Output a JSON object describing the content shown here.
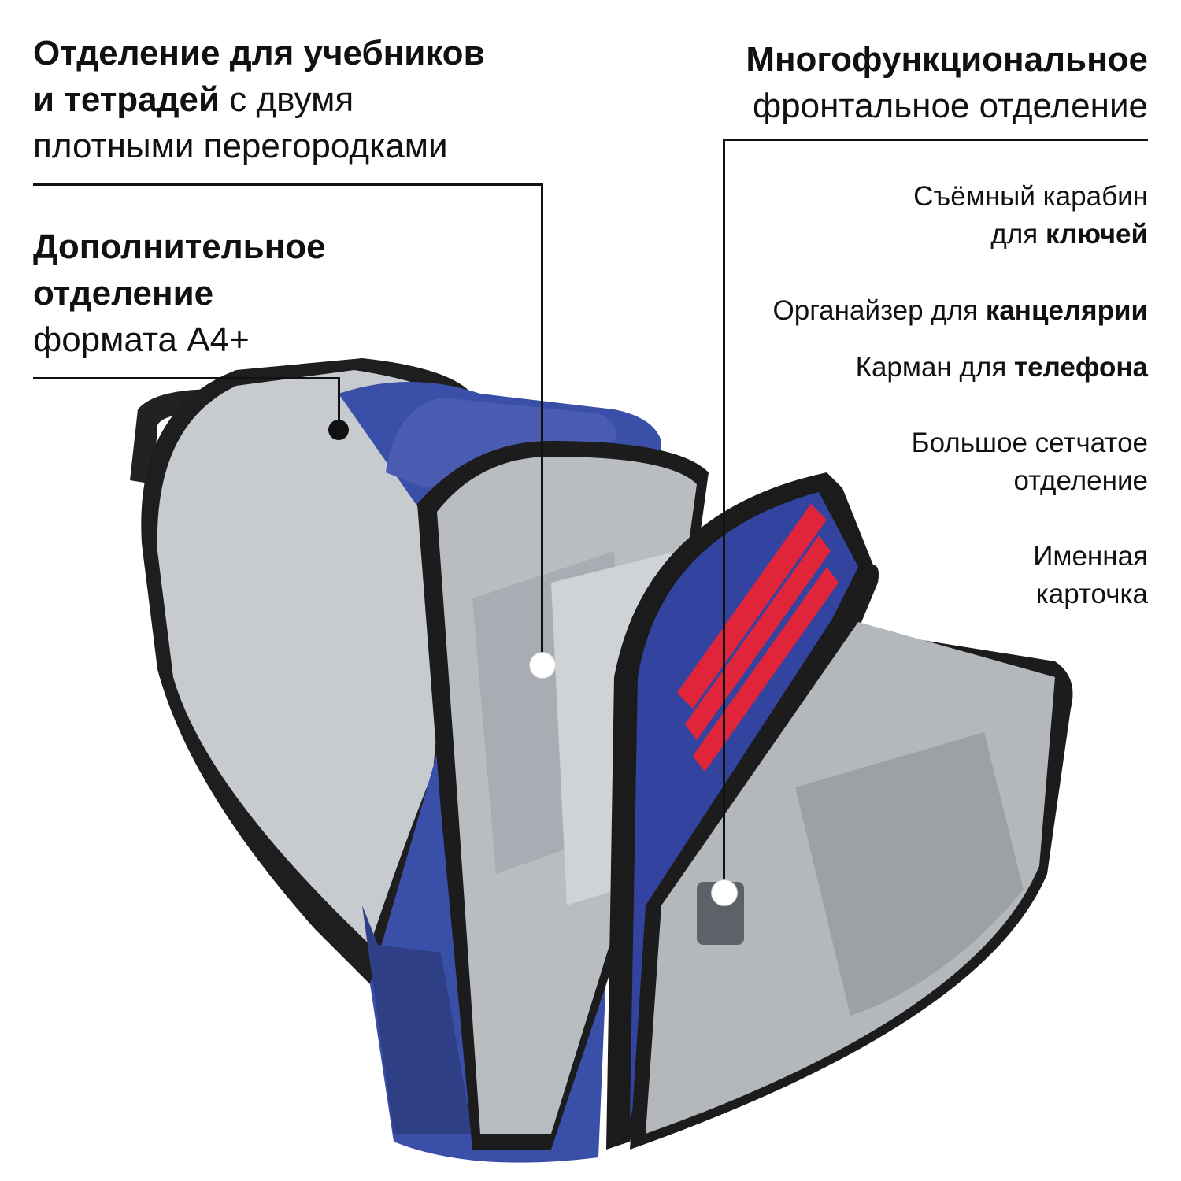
{
  "left_top": {
    "line1_bold": "Отделение для учебников",
    "line2_bold": "и тетрадей",
    "line2_regular": " с двумя",
    "line3_regular": "плотными перегородками"
  },
  "left_second": {
    "line1_bold": "Дополнительное",
    "line2_bold": "отделение",
    "line3_regular": "формата А4+"
  },
  "right_title": {
    "line1_bold": "Многофункциональное",
    "line2_regular": "фронтальное отделение"
  },
  "right_items": [
    {
      "line1": "Съёмный карабин",
      "line2_regular": "для ",
      "line2_bold": "ключей"
    },
    {
      "regular": "Органайзер для ",
      "bold": "канцелярии"
    },
    {
      "regular": "Карман для ",
      "bold": "телефона"
    },
    {
      "line1": "Большое сетчатое",
      "line2": "отделение"
    },
    {
      "line1": "Именная",
      "line2": "карточка"
    }
  ],
  "colors": {
    "bag_blue": "#3a4fa8",
    "lining_gray": "#c9ccd0",
    "accent_red": "#e0243a"
  }
}
